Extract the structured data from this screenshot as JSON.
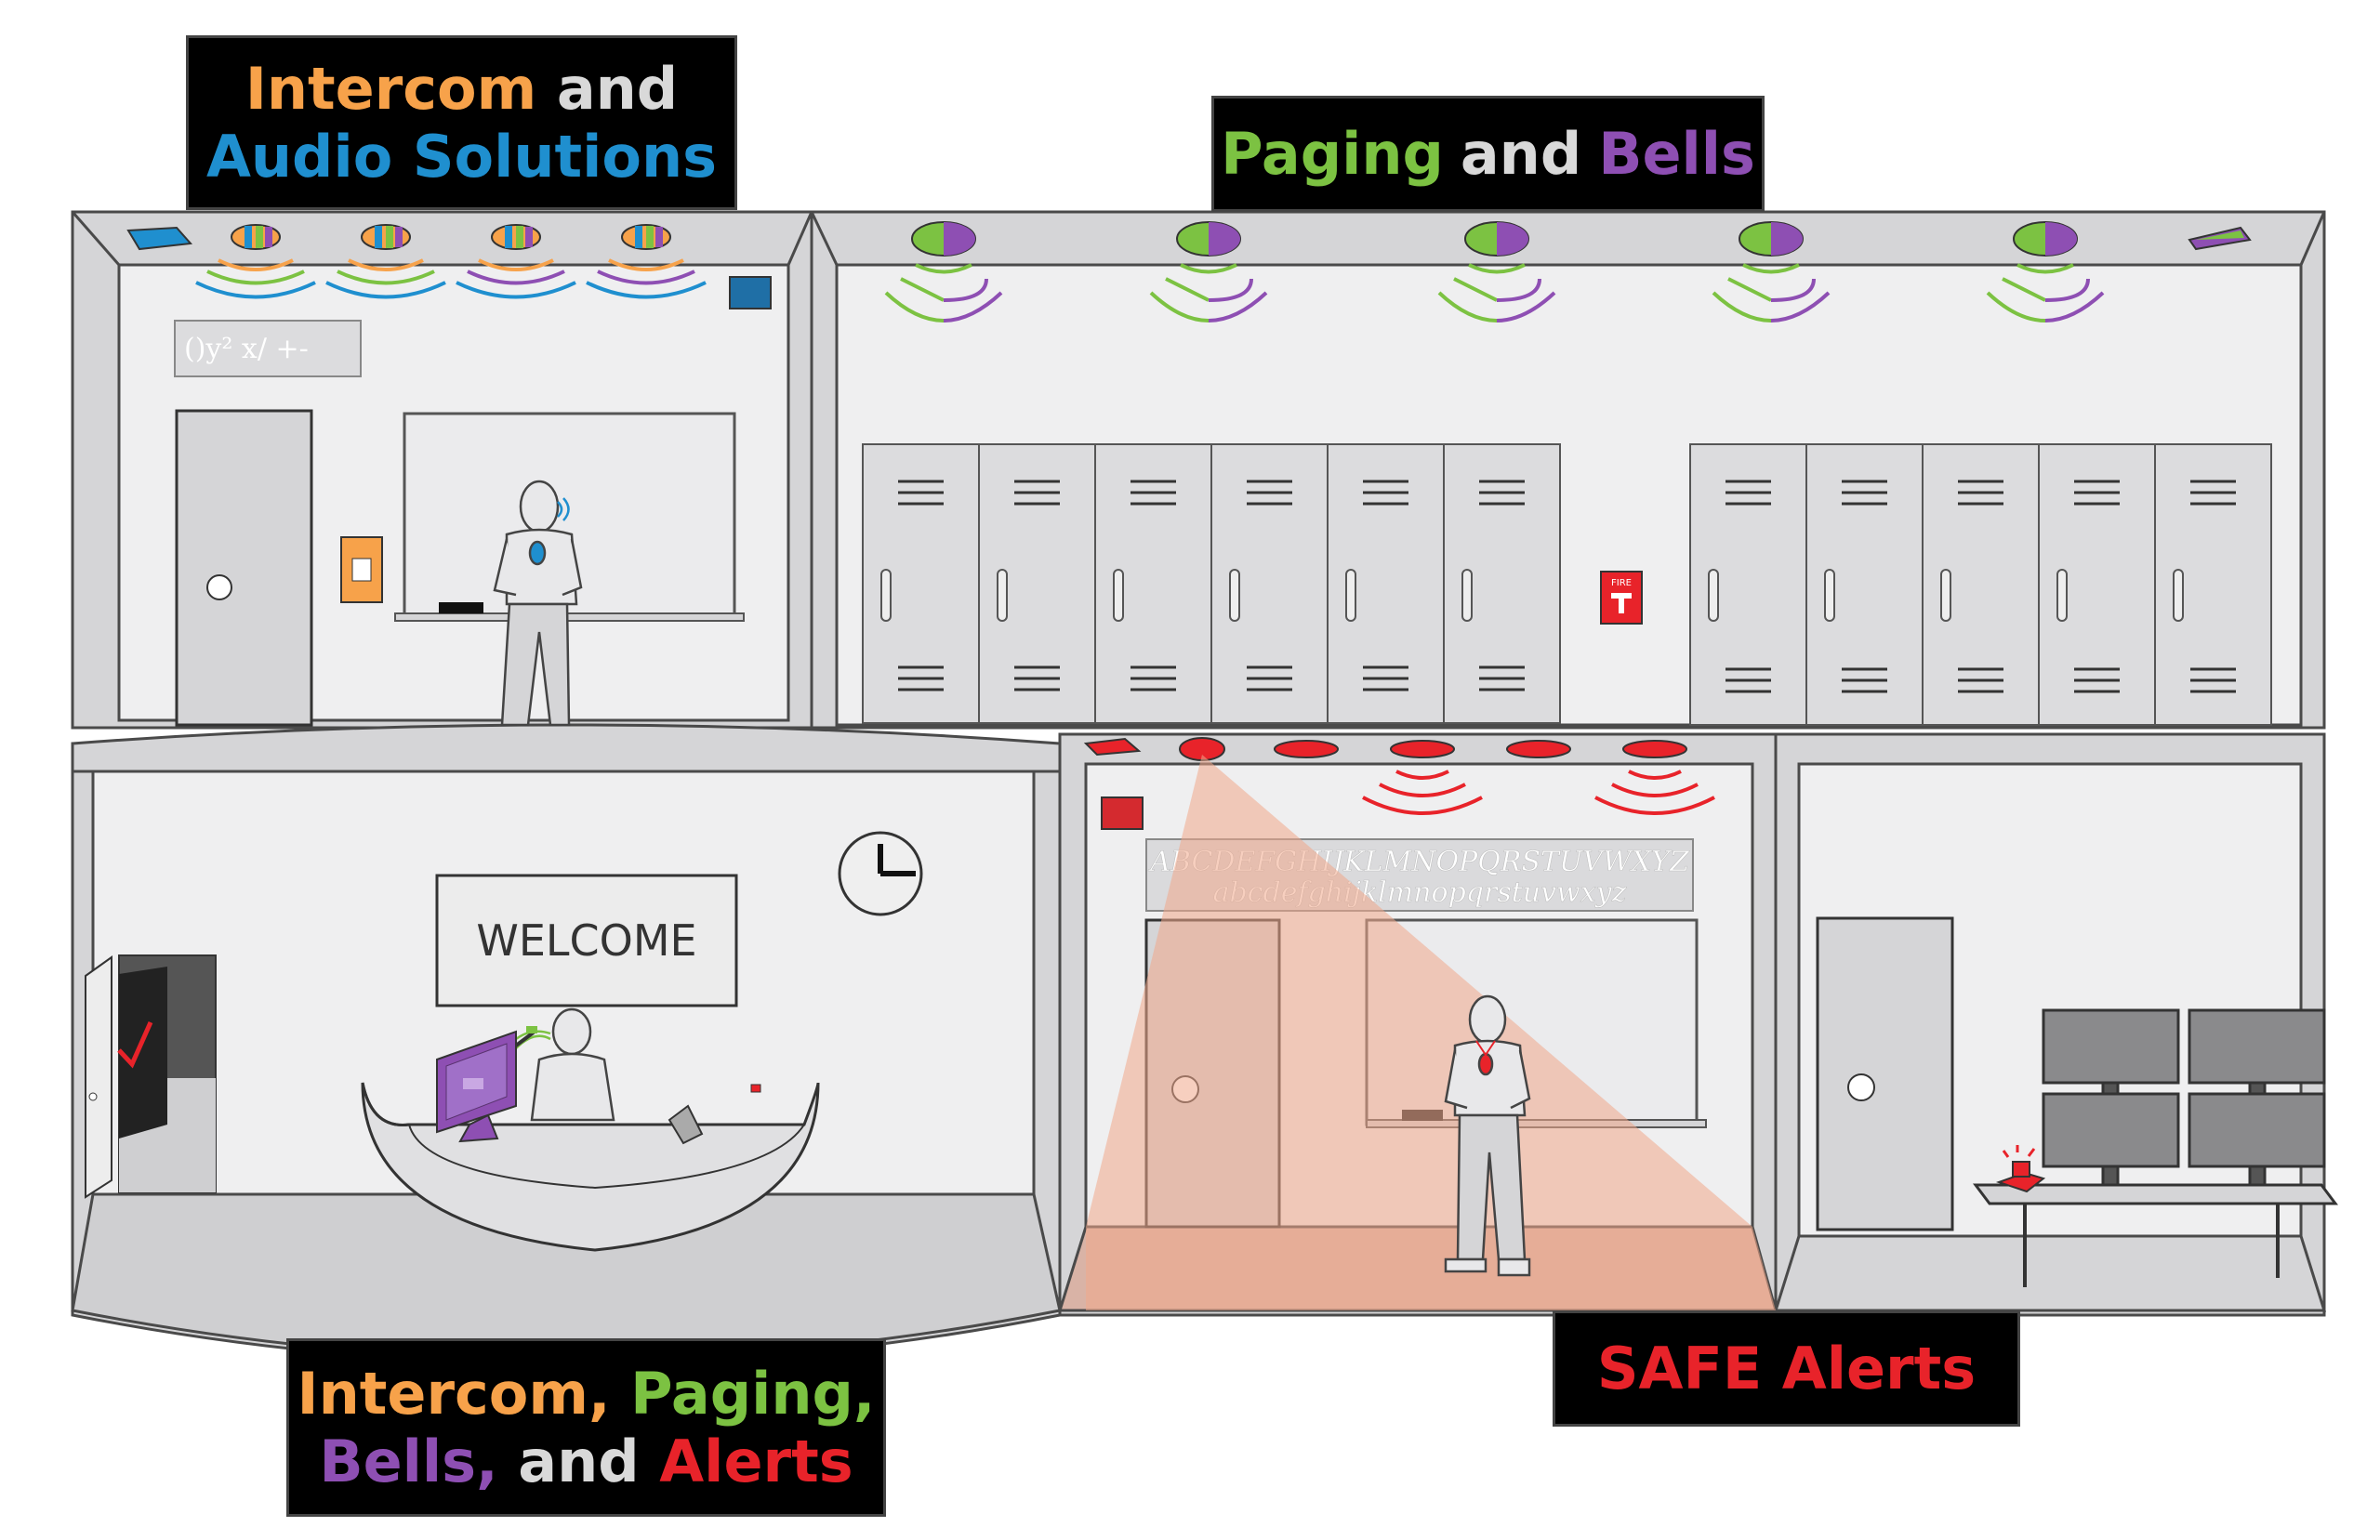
{
  "labels": {
    "intercom_audio": {
      "intercom": "Intercom",
      "and": "and",
      "audio_solutions": "Audio Solutions"
    },
    "paging_bells": {
      "paging": "Paging",
      "and": "and",
      "bells": "Bells"
    },
    "intercom_paging_bells_alerts": {
      "intercom": "Intercom,",
      "paging": "Paging,",
      "bells": "Bells,",
      "and": "and",
      "alerts": "Alerts"
    },
    "safe_alerts": "SAFE Alerts"
  },
  "room_text": {
    "welcome_sign": "WELCOME",
    "math_board": "()y² x/ +-",
    "alphabet_upper": "ABCDEFGHIJKLMNOPQRSTUVWXYZ",
    "alphabet_lower": "abcdefghijklmnopqrstuvwxyz",
    "fire_label": "FIRE"
  },
  "colors": {
    "intercom": "#f7a24a",
    "audio": "#1f8fcf",
    "paging": "#7cc242",
    "bells": "#8e4fb3",
    "alerts": "#e8232a",
    "wall": "#efeff0",
    "frame": "#d5d5d7",
    "outline": "#4a4a4a"
  }
}
